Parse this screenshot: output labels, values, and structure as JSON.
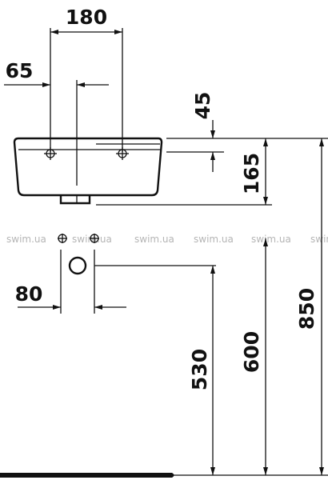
{
  "drawing": {
    "dimensions": {
      "width_taps": "180",
      "offset_tap": "65",
      "overflow_depth": "45",
      "basin_height": "165",
      "drain_offset": "80",
      "drain_height": "530",
      "tap_height": "600",
      "rim_height": "850"
    },
    "watermark": [
      "swim.ua",
      "swim.ua",
      "swim.ua",
      "swim.ua",
      "swim.ua",
      "swim.ua"
    ]
  },
  "colors": {
    "line": "#111111",
    "watermark": "#b5b5b5",
    "background": "#ffffff"
  }
}
